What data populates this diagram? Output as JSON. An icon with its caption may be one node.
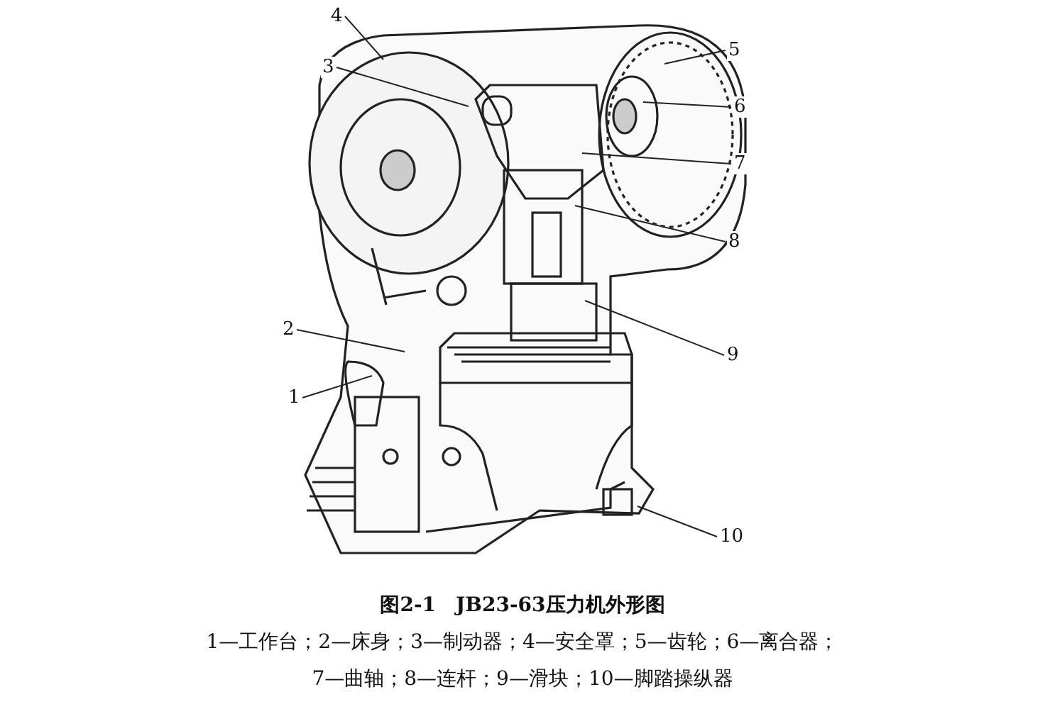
{
  "diagram": {
    "caption": "图2-1　JB23-63压力机外形图",
    "nodes": [
      {
        "text": [
          "4"
        ]
      },
      {
        "text": [
          "3"
        ]
      },
      {
        "text": [
          "5"
        ]
      },
      {
        "text": [
          "6"
        ]
      },
      {
        "text": [
          "7"
        ]
      },
      {
        "text": [
          "8"
        ]
      },
      {
        "text": [
          "2"
        ]
      },
      {
        "text": [
          "9"
        ]
      },
      {
        "text": [
          "1"
        ]
      },
      {
        "text": [
          "10"
        ]
      }
    ],
    "edges": [
      {
        "from": 0,
        "to": null,
        "arrow": "none"
      },
      {
        "from": 1,
        "to": null,
        "arrow": "none"
      },
      {
        "from": 2,
        "to": null,
        "arrow": "none"
      },
      {
        "from": 3,
        "to": null,
        "arrow": "none"
      },
      {
        "from": 4,
        "to": null,
        "arrow": "none"
      },
      {
        "from": 5,
        "to": null,
        "arrow": "none"
      },
      {
        "from": 6,
        "to": null,
        "arrow": "none"
      },
      {
        "from": 7,
        "to": null,
        "arrow": "none"
      },
      {
        "from": 8,
        "to": null,
        "arrow": "none"
      },
      {
        "from": 9,
        "to": null,
        "arrow": "none"
      }
    ],
    "labels": [
      "1—工作台；2—床身；3—制动器；4—安全罩；5—齿轮；6—离合器；",
      "7—曲轴；8—连杆；9—滑块；10—脚踏操纵器"
    ]
  }
}
